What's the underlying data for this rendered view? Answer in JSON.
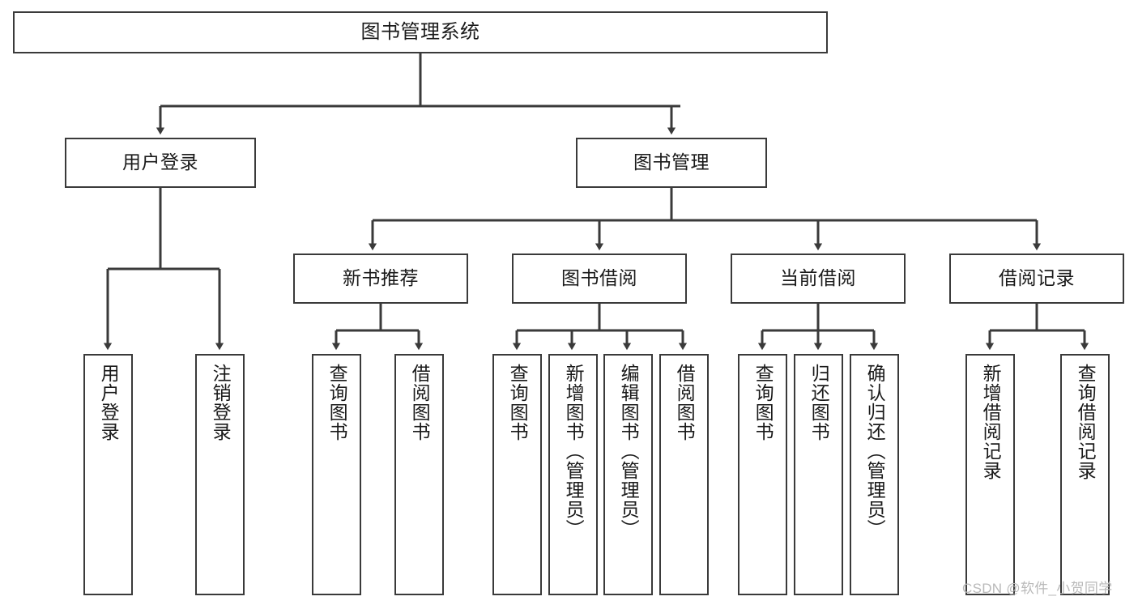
{
  "diagram": {
    "type": "tree-hierarchy-chart",
    "title": "图书管理系统",
    "orientation": "top-down",
    "box_border_color": "#3a3a3a",
    "box_fill_color": "#ffffff",
    "connector_color": "#3a3a3a",
    "text_color": "#1a1a1a"
  },
  "root": {
    "label": "图书管理系统"
  },
  "level2": [
    {
      "label": "用户登录"
    },
    {
      "label": "图书管理"
    }
  ],
  "level3": [
    {
      "label": "新书推荐"
    },
    {
      "label": "图书借阅"
    },
    {
      "label": "当前借阅"
    },
    {
      "label": "借阅记录"
    }
  ],
  "leaves": {
    "user_login": [
      {
        "label": "用户登录"
      },
      {
        "label": "注销登录"
      }
    ],
    "new_book_recommend": [
      {
        "label": "查询图书"
      },
      {
        "label": "借阅图书"
      }
    ],
    "book_borrow": [
      {
        "label": "查询图书"
      },
      {
        "label": "新增图书（管理员）"
      },
      {
        "label": "编辑图书（管理员）"
      },
      {
        "label": "借阅图书"
      }
    ],
    "current_borrow": [
      {
        "label": "查询图书"
      },
      {
        "label": "归还图书"
      },
      {
        "label": "确认归还（管理员）"
      }
    ],
    "borrow_records": [
      {
        "label": "新增借阅记录"
      },
      {
        "label": "查询借阅记录"
      }
    ]
  },
  "watermark": {
    "text": "CSDN @软件_小贺同学"
  }
}
